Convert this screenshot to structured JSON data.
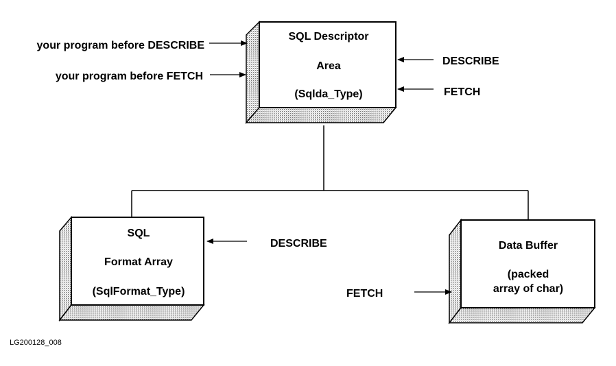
{
  "descriptor": {
    "line1": "SQL  Descriptor",
    "line2": "Area",
    "line3": "(Sqlda_Type)"
  },
  "format_array": {
    "line1": "SQL",
    "line2": "Format Array",
    "line3": "(SqlFormat_Type)"
  },
  "data_buffer": {
    "line1": "Data Buffer",
    "line2": "(packed",
    "line3": "array of char)"
  },
  "inputs": {
    "before_describe": "your program before DESCRIBE",
    "before_fetch": "your program before FETCH",
    "desc_describe": "DESCRIBE",
    "desc_fetch": "FETCH",
    "format_describe": "DESCRIBE",
    "buffer_fetch": "FETCH"
  },
  "figure_id": "LG200128_008",
  "colors": {
    "ink": "#000000",
    "paper": "#ffffff",
    "shade": "#b8b8b8"
  }
}
